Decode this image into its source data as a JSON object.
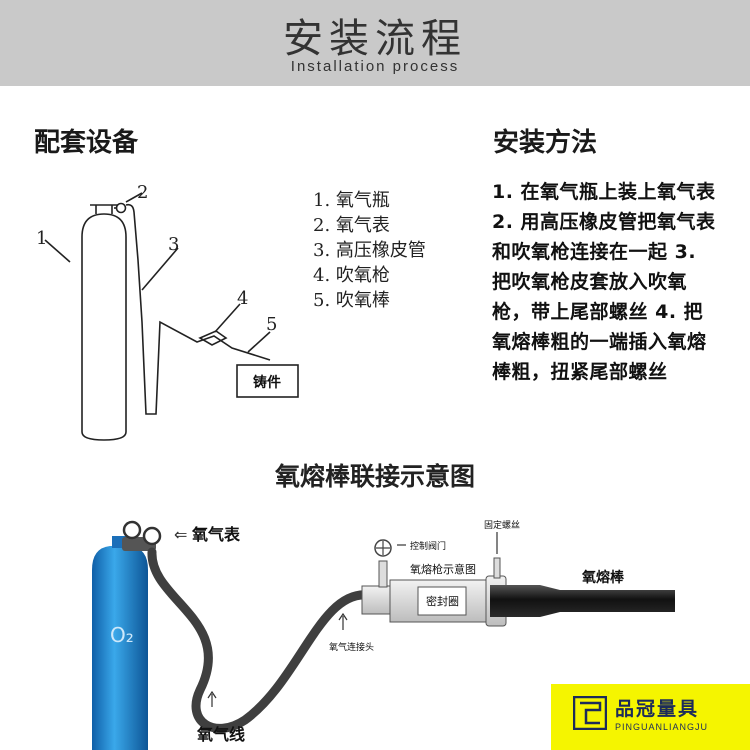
{
  "header": {
    "title": "安装流程",
    "subtitle": "Installation process"
  },
  "equipment": {
    "title": "配套设备",
    "callouts": [
      "1",
      "2",
      "3",
      "4",
      "5"
    ],
    "casting_label": "铸件",
    "legend": [
      "1. 氧气瓶",
      "2. 氧气表",
      "3. 高压橡皮管",
      "4. 吹氧枪",
      "5. 吹氧棒"
    ]
  },
  "method": {
    "title": "安装方法",
    "text": "1. 在氧气瓶上装上氧气表 2. 用高压橡皮管把氧气表和吹氧枪连接在一起 3. 把吹氧枪皮套放入吹氧枪，带上尾部螺丝 4. 把氧熔棒粗的一端插入氧熔棒粗，扭紧尾部螺丝"
  },
  "connection": {
    "title": "氧熔棒联接示意图",
    "gauge_label": "氧气表",
    "cylinder_mark": "O₂",
    "valve_label": "控制阀门",
    "screw_label": "固定螺丝",
    "gun_label": "氧熔枪示意图",
    "seal_label": "密封圈",
    "lance_label": "氧熔棒",
    "connector_label": "氧气连接头",
    "hose_label": "氧气线",
    "arrow_glyph": "⇐"
  },
  "logo": {
    "name_cn": "品冠量具",
    "name_en": "PINGUANLIANGJU"
  },
  "colors": {
    "header_bg": "#c9c9c9",
    "cylinder_blue": "#1e8fd6",
    "hose": "#4a4a4a",
    "logo_bg": "#f5f500",
    "logo_ink": "#1c2b5a"
  }
}
